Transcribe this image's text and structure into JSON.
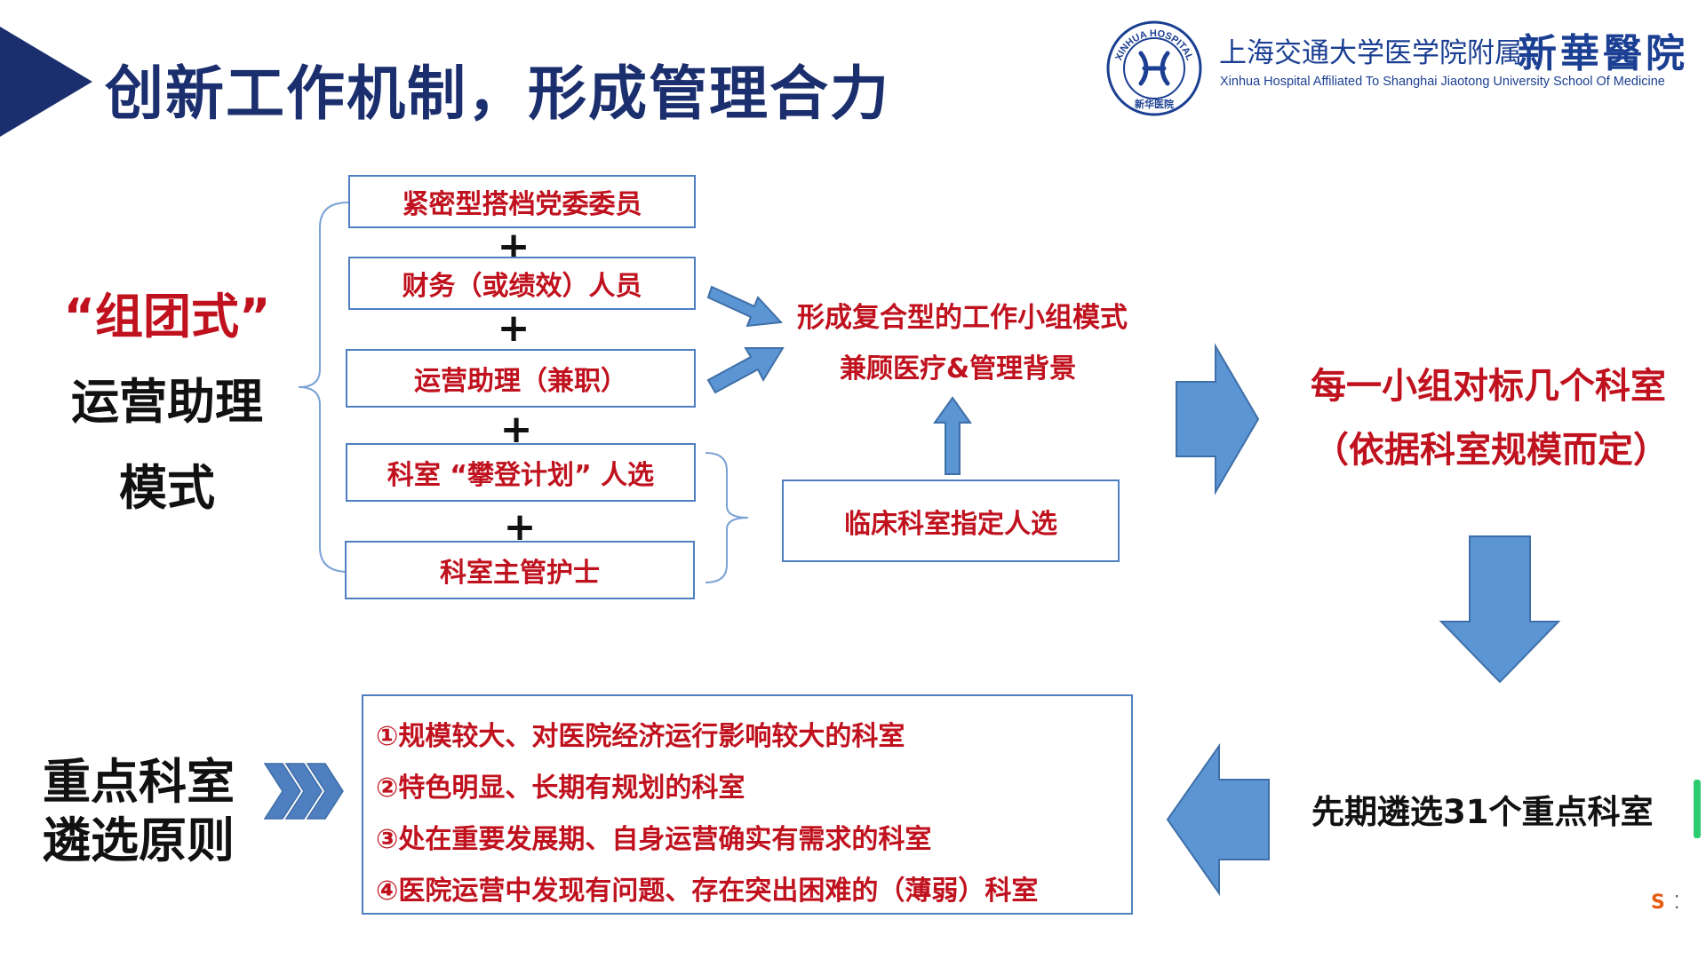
{
  "header": {
    "title": "创新工作机制，形成管理合力",
    "logo": {
      "seal_text_top": "XINHUA HOSPITAL",
      "seal_text_bottom": "新华医院",
      "cn_name": "上海交通大学医学院附属",
      "calligraphy_name": "新華醫院",
      "en_name": "Xinhua Hospital Affiliated To Shanghai Jiaotong University School Of Medicine"
    }
  },
  "mode": {
    "line1": "“组团式”",
    "line2": "运营助理",
    "line3": "模式"
  },
  "roles": [
    "紧密型搭档党委委员",
    "财务（或绩效）人员",
    "运营助理（兼职）",
    "科室 “攀登计划” 人选",
    "科室主管护士"
  ],
  "plus_sign": "+",
  "clinical_box": "临床科室指定人选",
  "composite": {
    "line1": "形成复合型的工作小组模式",
    "line2": "兼顾医疗&管理背景"
  },
  "group_target": {
    "line1": "每一小组对标几个科室",
    "line2": "（依据科室规模而定）"
  },
  "preselect": "先期遴选31个重点科室",
  "principles_title": {
    "line1": "重点科室",
    "line2": "遴选原则"
  },
  "criteria": [
    "①规模较大、对医院经济运行影响较大的科室",
    "②特色明显、长期有规划的科室",
    "③处在重要发展期、自身运营确实有需求的科室",
    "④医院运营中发现有问题、存在突出困难的（薄弱）科室"
  ],
  "ime_indicator": "S",
  "ime_extra": "⁚",
  "colors": {
    "navy": "#1b2f6e",
    "red": "#c0121e",
    "arrow_fill": "#5b95d3",
    "arrow_stroke": "#3f6fa8",
    "box_border": "#4f7fc0"
  }
}
